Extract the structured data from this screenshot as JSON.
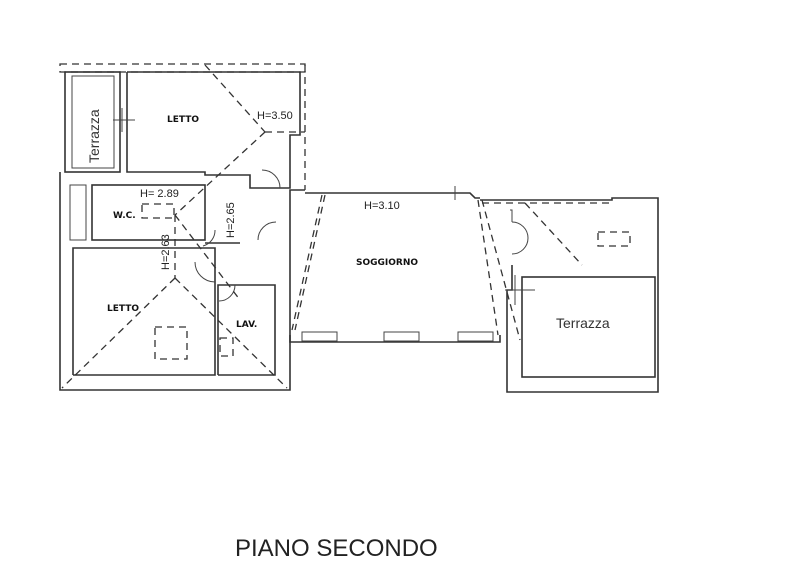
{
  "plan": {
    "title": "PIANO SECONDO",
    "rooms": {
      "terrazza_left": "Terrazza",
      "letto_top": "LETTO",
      "wc": "W.C.",
      "letto_bottom": "LETTO",
      "lav": "LAV.",
      "soggiorno": "SOGGIORNO",
      "terrazza_right": "Terrazza"
    },
    "heights": {
      "letto_top": "H=3.50",
      "wc": "H= 2.89",
      "hall": "H=2.65",
      "letto_bottom": "H=2.63",
      "soggiorno": "H=3.10"
    }
  }
}
